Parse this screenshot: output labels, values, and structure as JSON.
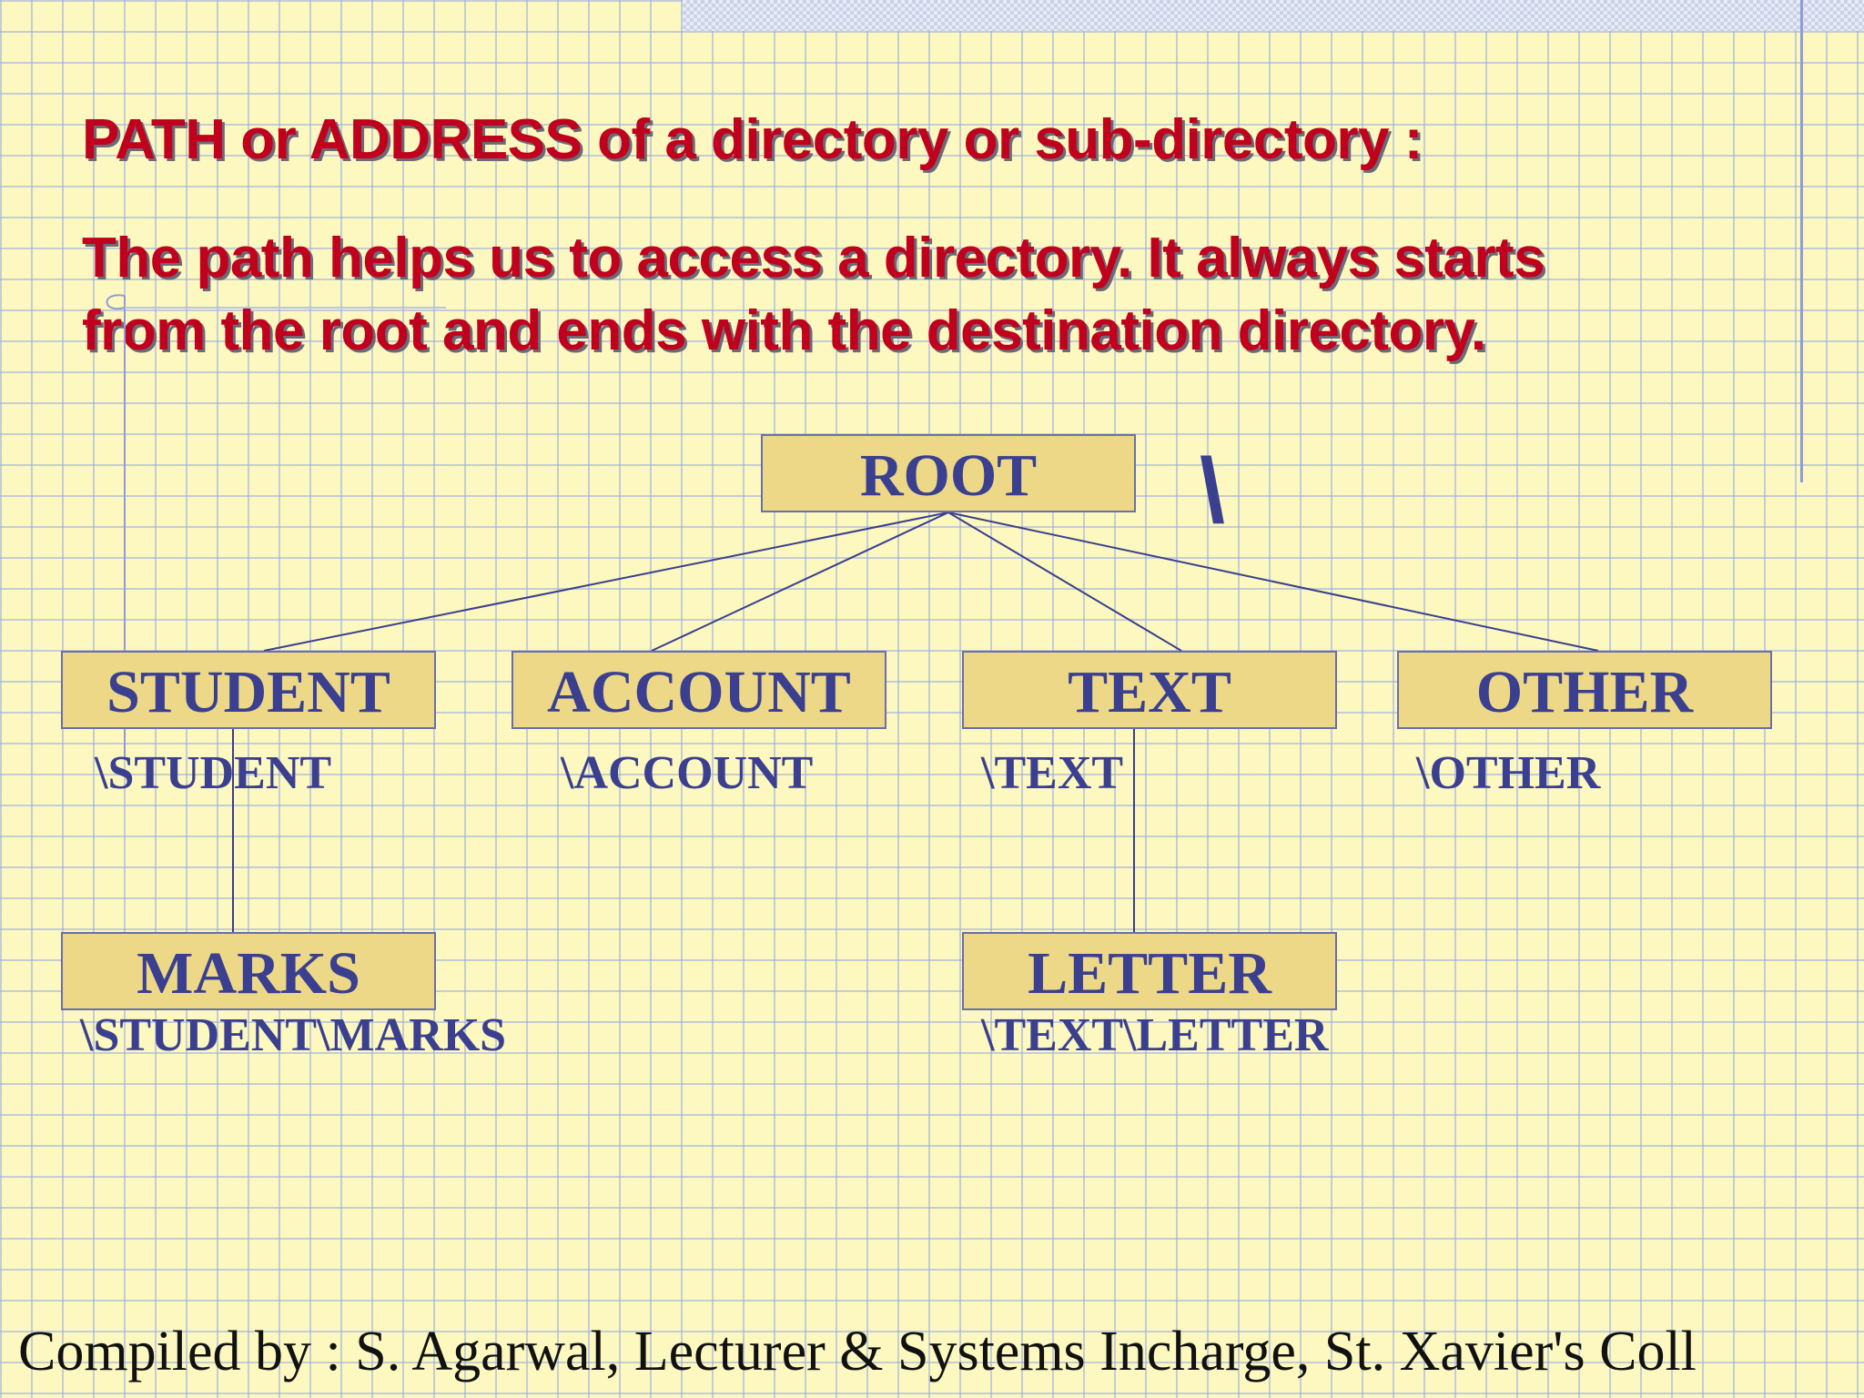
{
  "slide": {
    "title": "PATH or ADDRESS of a directory or sub-directory :",
    "description_lines": [
      "The path helps us to access a directory. It always starts",
      "from the root and ends with the destination directory."
    ],
    "footer": "Compiled by : S. Agarwal, Lecturer & Systems Incharge, St. Xavier's Coll"
  },
  "tree": {
    "root": {
      "label": "ROOT",
      "path": "\\"
    },
    "children": [
      {
        "label": "STUDENT",
        "path": "\\STUDENT"
      },
      {
        "label": "ACCOUNT",
        "path": "\\ACCOUNT"
      },
      {
        "label": "TEXT",
        "path": "\\TEXT"
      },
      {
        "label": "OTHER",
        "path": "\\OTHER"
      }
    ],
    "grandchildren": [
      {
        "label": "MARKS",
        "path": "\\STUDENT\\MARKS",
        "parent": "STUDENT"
      },
      {
        "label": "LETTER",
        "path": "\\TEXT\\LETTER",
        "parent": "TEXT"
      }
    ]
  },
  "colors": {
    "background": "#fcf8c0",
    "grid": "#96aae1",
    "heading": "#c0001c",
    "node_fill": "#edd888",
    "node_text": "#3a3f8f",
    "connector": "#3a3f8f"
  }
}
